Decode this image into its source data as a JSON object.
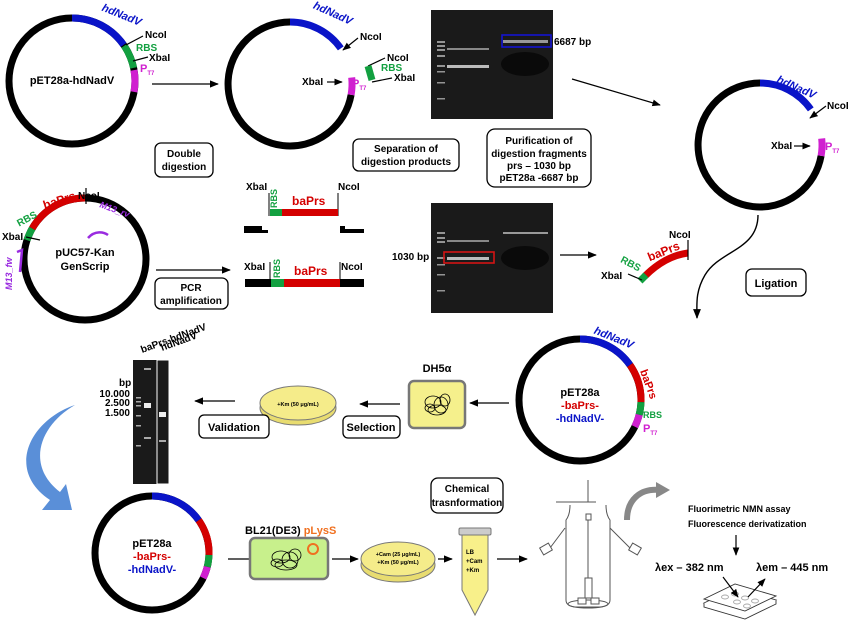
{
  "colors": {
    "backbone": "#000000",
    "hdNadV": "#0a14c8",
    "baPrs": "#d40000",
    "rbs": "#12a040",
    "pT7": "#d020d0",
    "primer": "#9a2be0",
    "plate": "#f5ec8a",
    "dh5a_cell": "#f5f08c",
    "bl21_cell": "#c8f08c",
    "pLysS": "#f07020",
    "big_arrow": "#5a8fd8",
    "gel": "#1a1a1a"
  },
  "plasmid_1": {
    "name": "pET28a-hdNadV",
    "labels": {
      "gene": "hdNadV",
      "ncoi": "NcoI",
      "rbs": "RBS",
      "xbai": "XbaI",
      "promoter": "P",
      "promoter_sub": "T7"
    }
  },
  "plasmid_2": {
    "labels": {
      "gene": "hdNadV",
      "ncoi": "NcoI",
      "xbai": "XbaI",
      "promoter": "P",
      "promoter_sub": "T7"
    },
    "fragment": {
      "ncoi": "NcoI",
      "rbs": "RBS",
      "xbai": "XbaI"
    }
  },
  "gel_1": {
    "band_label": "6687 bp"
  },
  "gel_2": {
    "band_label": "1030 bp"
  },
  "plasmid_3": {
    "labels": {
      "gene": "hdNadV",
      "ncoi": "NcoI",
      "xbai": "XbaI",
      "promoter": "P",
      "promoter_sub": "T7"
    }
  },
  "puc57": {
    "name_line1": "pUC57-Kan",
    "name_line2": "GenScrip",
    "labels": {
      "gene": "baPrs",
      "ncoi": "NcoI",
      "rbs": "RBS",
      "xbai": "XbaI",
      "primer_rv": "M13_rv",
      "primer_fw": "M13_fw"
    }
  },
  "pcr_fragments": {
    "top": {
      "xbai": "XbaI",
      "rbs": "RBS",
      "gene": "baPrs",
      "ncoi": "NcoI"
    },
    "bottom": {
      "xbai": "XbaI",
      "rbs": "RBS",
      "gene": "baPrs",
      "ncoi": "NcoI"
    }
  },
  "insert_fragment": {
    "ncoi": "NcoI",
    "gene": "baPrs",
    "rbs": "RBS",
    "xbai": "XbaI"
  },
  "steps": {
    "double_digestion": [
      "Double",
      "digestion"
    ],
    "separation": [
      "Separation of",
      "digestion products"
    ],
    "purification": [
      "Purification of",
      "digestion fragments",
      "prs – 1030 bp",
      "pET28a -6687 bp"
    ],
    "pcr": [
      "PCR",
      "amplification"
    ],
    "ligation": "Ligation",
    "selection": "Selection",
    "validation": "Validation",
    "chemical_transformation": [
      "Chemical",
      "trasnformation"
    ]
  },
  "final_plasmid": {
    "line1": "pET28a",
    "line2": "-baPrs-",
    "line3": "-hdNadV-",
    "labels": {
      "gene1": "hdNadV",
      "gene2": "baPrs",
      "rbs": "RBS",
      "promoter": "P",
      "promoter_sub": "T7"
    }
  },
  "validation_gel": {
    "lane1": "baPrs-hdNadV",
    "lane2": "hdNadV",
    "unit": "bp",
    "markers": [
      "10.000",
      "2.500",
      "1.500"
    ]
  },
  "dh5a": {
    "label": "DH5α"
  },
  "plate_km": {
    "label": "+Km (50 μg/mL)"
  },
  "bottom_plasmid": {
    "line1": "pET28a",
    "line2": "-baPrs-",
    "line3": "-hdNadV-"
  },
  "bl21": {
    "label": "BL21(DE3)",
    "plasmid_label": "pLysS"
  },
  "plate_cam_km": {
    "line1": "+Cam (25 μg/mL)",
    "line2": "+Km (50 μg/mL)"
  },
  "tube": {
    "line1": "LB",
    "line2": "+Cam",
    "line3": "+Km"
  },
  "assay": {
    "line1": "Fluorimetric NMN assay",
    "line2": "Fluorescence derivatization",
    "excitation": "λex – 382 nm",
    "emission": "λem – 445 nm"
  }
}
